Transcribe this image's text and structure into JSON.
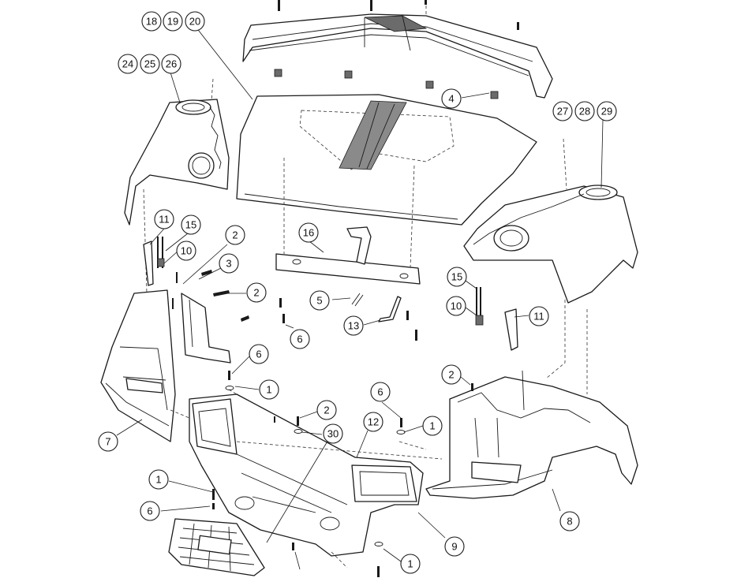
{
  "callouts": [
    {
      "label": "18"
    },
    {
      "label": "19"
    },
    {
      "label": "20"
    },
    {
      "label": "24"
    },
    {
      "label": "25"
    },
    {
      "label": "26"
    },
    {
      "label": "4"
    },
    {
      "label": "27"
    },
    {
      "label": "28"
    },
    {
      "label": "29"
    },
    {
      "label": "11"
    },
    {
      "label": "15"
    },
    {
      "label": "10"
    },
    {
      "label": "2"
    },
    {
      "label": "3"
    },
    {
      "label": "2"
    },
    {
      "label": "16"
    },
    {
      "label": "5"
    },
    {
      "label": "13"
    },
    {
      "label": "6"
    },
    {
      "label": "15"
    },
    {
      "label": "10"
    },
    {
      "label": "11"
    },
    {
      "label": "6"
    },
    {
      "label": "1"
    },
    {
      "label": "2"
    },
    {
      "label": "6"
    },
    {
      "label": "1"
    },
    {
      "label": "2"
    },
    {
      "label": "30"
    },
    {
      "label": "12"
    },
    {
      "label": "7"
    },
    {
      "label": "1"
    },
    {
      "label": "6"
    },
    {
      "label": "8"
    },
    {
      "label": "9"
    },
    {
      "label": "1"
    }
  ]
}
